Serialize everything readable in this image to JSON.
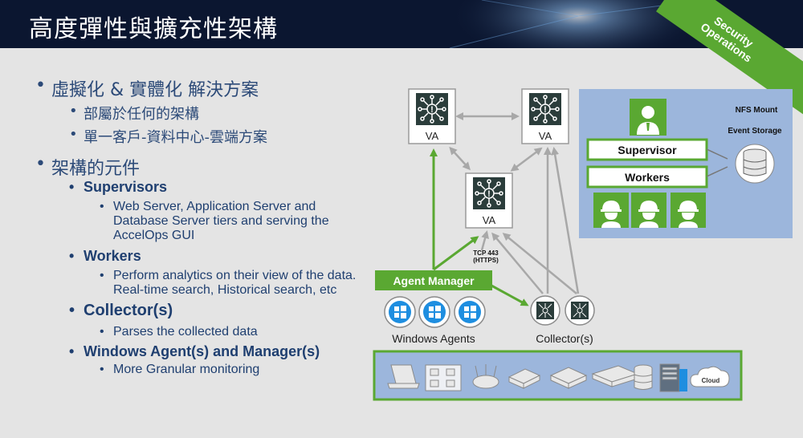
{
  "slide": {
    "title": "高度彈性與擴充性架構",
    "corner_banner": [
      "Security",
      "Operations"
    ]
  },
  "bullets": {
    "b1": "虛擬化 & 實體化 解決方案",
    "b1_1": "部屬於任何的架構",
    "b1_2": "單一客戶-資料中心-雲端方案",
    "b2": "架構的元件",
    "supervisors": "Supervisors",
    "supervisors_desc": [
      "Web Server, Application Server and",
      "Database Server tiers and serving the",
      "AccelOps GUI"
    ],
    "workers": "Workers",
    "workers_desc": [
      "Perform analytics on their view of the data.",
      "Real-time search, Historical search, etc"
    ],
    "collectors": "Collector(s)",
    "collectors_desc": "Parses the collected data",
    "agents": "Windows Agent(s) and Manager(s)",
    "agents_desc": "More Granular monitoring"
  },
  "diagram": {
    "va_label": "VA",
    "nfs_mount": "NFS Mount",
    "event_storage": "Event Storage",
    "supervisor": "Supervisor",
    "workers": "Workers",
    "tcp_label": [
      "TCP 443",
      "(HTTPS)"
    ],
    "agent_manager": "Agent Manager",
    "windows_agents": "Windows Agents",
    "collectors": "Collector(s)",
    "cloud": "Cloud"
  },
  "colors": {
    "dark_icon": "#2b3d3b",
    "green": "#5aa832",
    "blue_panel": "#9cb6dc",
    "windows_blue": "#1e8ee0"
  }
}
